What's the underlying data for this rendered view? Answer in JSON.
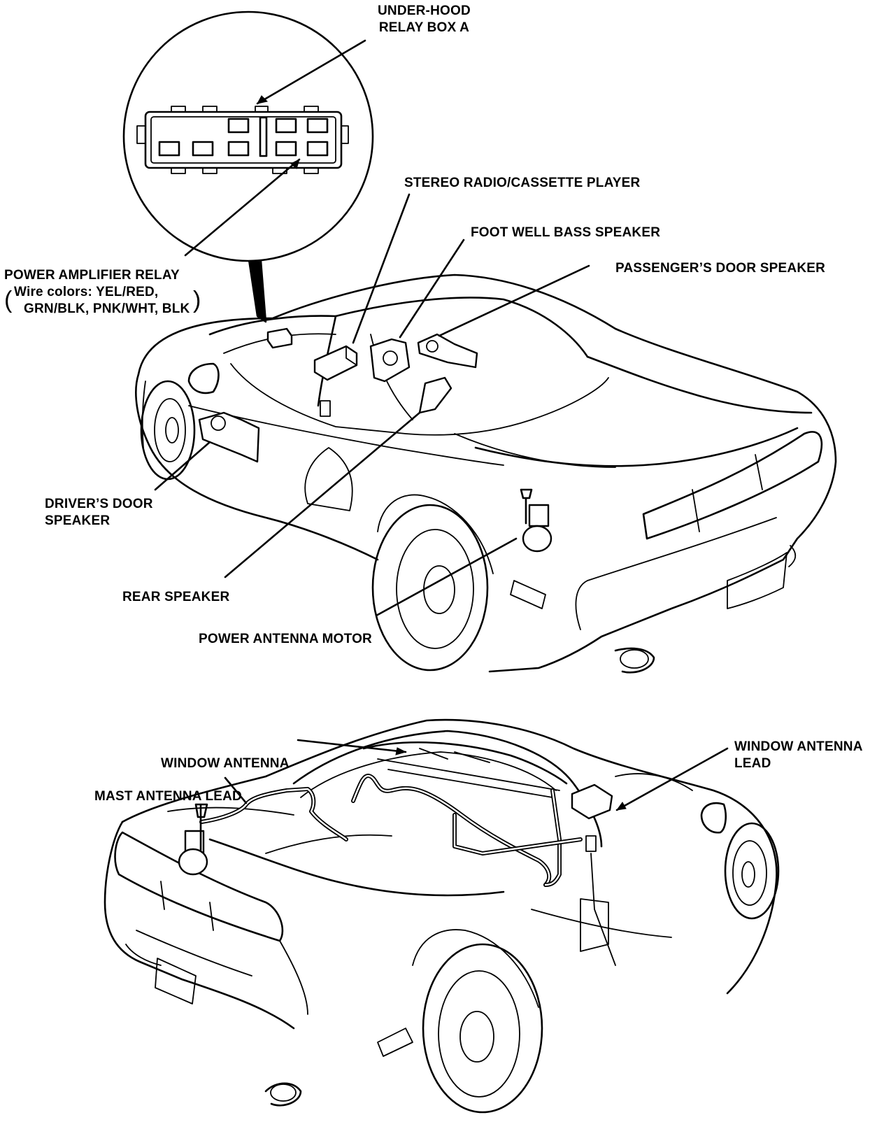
{
  "top_figure": {
    "callouts": {
      "relay_box": [
        "UNDER-HOOD",
        "RELAY BOX A"
      ],
      "stereo": "STEREO RADIO/CASSETTE PLAYER",
      "foot_well": "FOOT WELL BASS SPEAKER",
      "passenger_speaker": "PASSENGER’S DOOR SPEAKER",
      "amp_relay": "POWER AMPLIFIER RELAY",
      "wire_colors": [
        "Wire colors: YEL/RED,",
        "GRN/BLK, PNK/WHT, BLK"
      ],
      "driver_speaker": [
        "DRIVER’S DOOR",
        "SPEAKER"
      ],
      "rear_speaker": "REAR SPEAKER",
      "antenna_motor": "POWER ANTENNA MOTOR"
    }
  },
  "bottom_figure": {
    "callouts": {
      "window_antenna": "WINDOW ANTENNA",
      "window_antenna_lead": [
        "WINDOW ANTENNA",
        "LEAD"
      ],
      "mast_antenna_lead": "MAST ANTENNA LEAD"
    }
  }
}
